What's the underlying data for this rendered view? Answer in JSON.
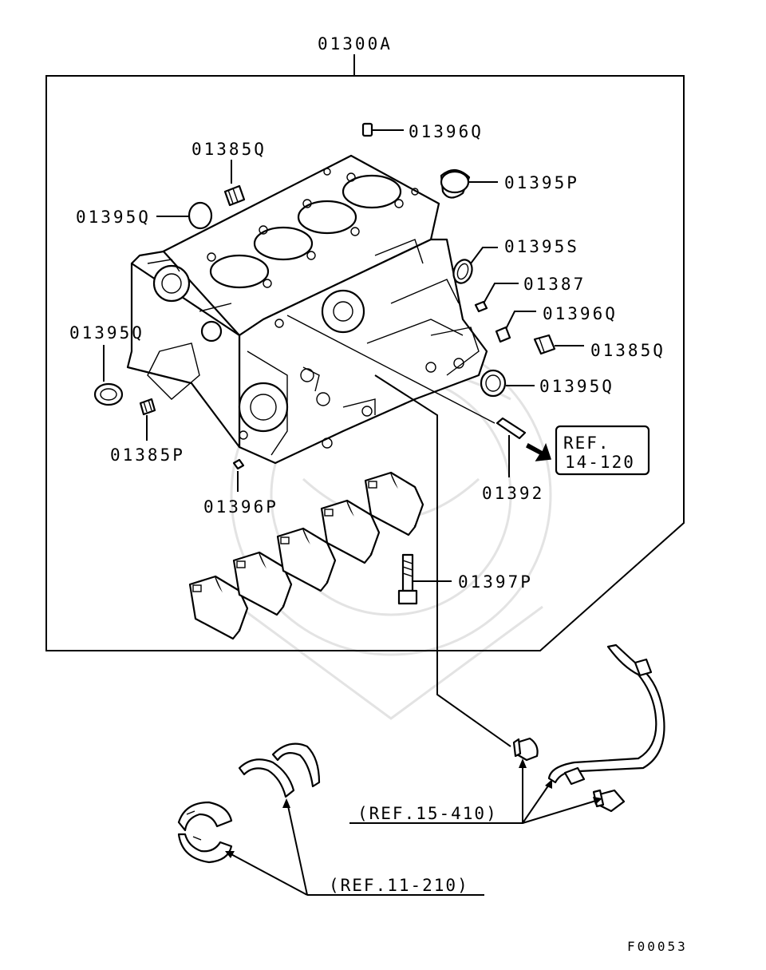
{
  "diagram": {
    "assembly_label": "01300A",
    "parts": {
      "p01396Q_top": "01396Q",
      "p01385Q_left": "01385Q",
      "p01395P": "01395P",
      "p01395Q_left": "01395Q",
      "p01395S": "01395S",
      "p01387": "01387",
      "p01396Q_right": "01396Q",
      "p01385Q_right": "01385Q",
      "p01395Q_mid_left": "01395Q",
      "p01395Q_right": "01395Q",
      "p01385P": "01385P",
      "p01392": "01392",
      "p01396P": "01396P",
      "p01397P": "01397P"
    },
    "ref_box": {
      "line1": "REF.",
      "line2": "14-120"
    },
    "ref_15": "(REF.15-410)",
    "ref_11": "(REF.11-210)",
    "figure_code": "F00053"
  }
}
